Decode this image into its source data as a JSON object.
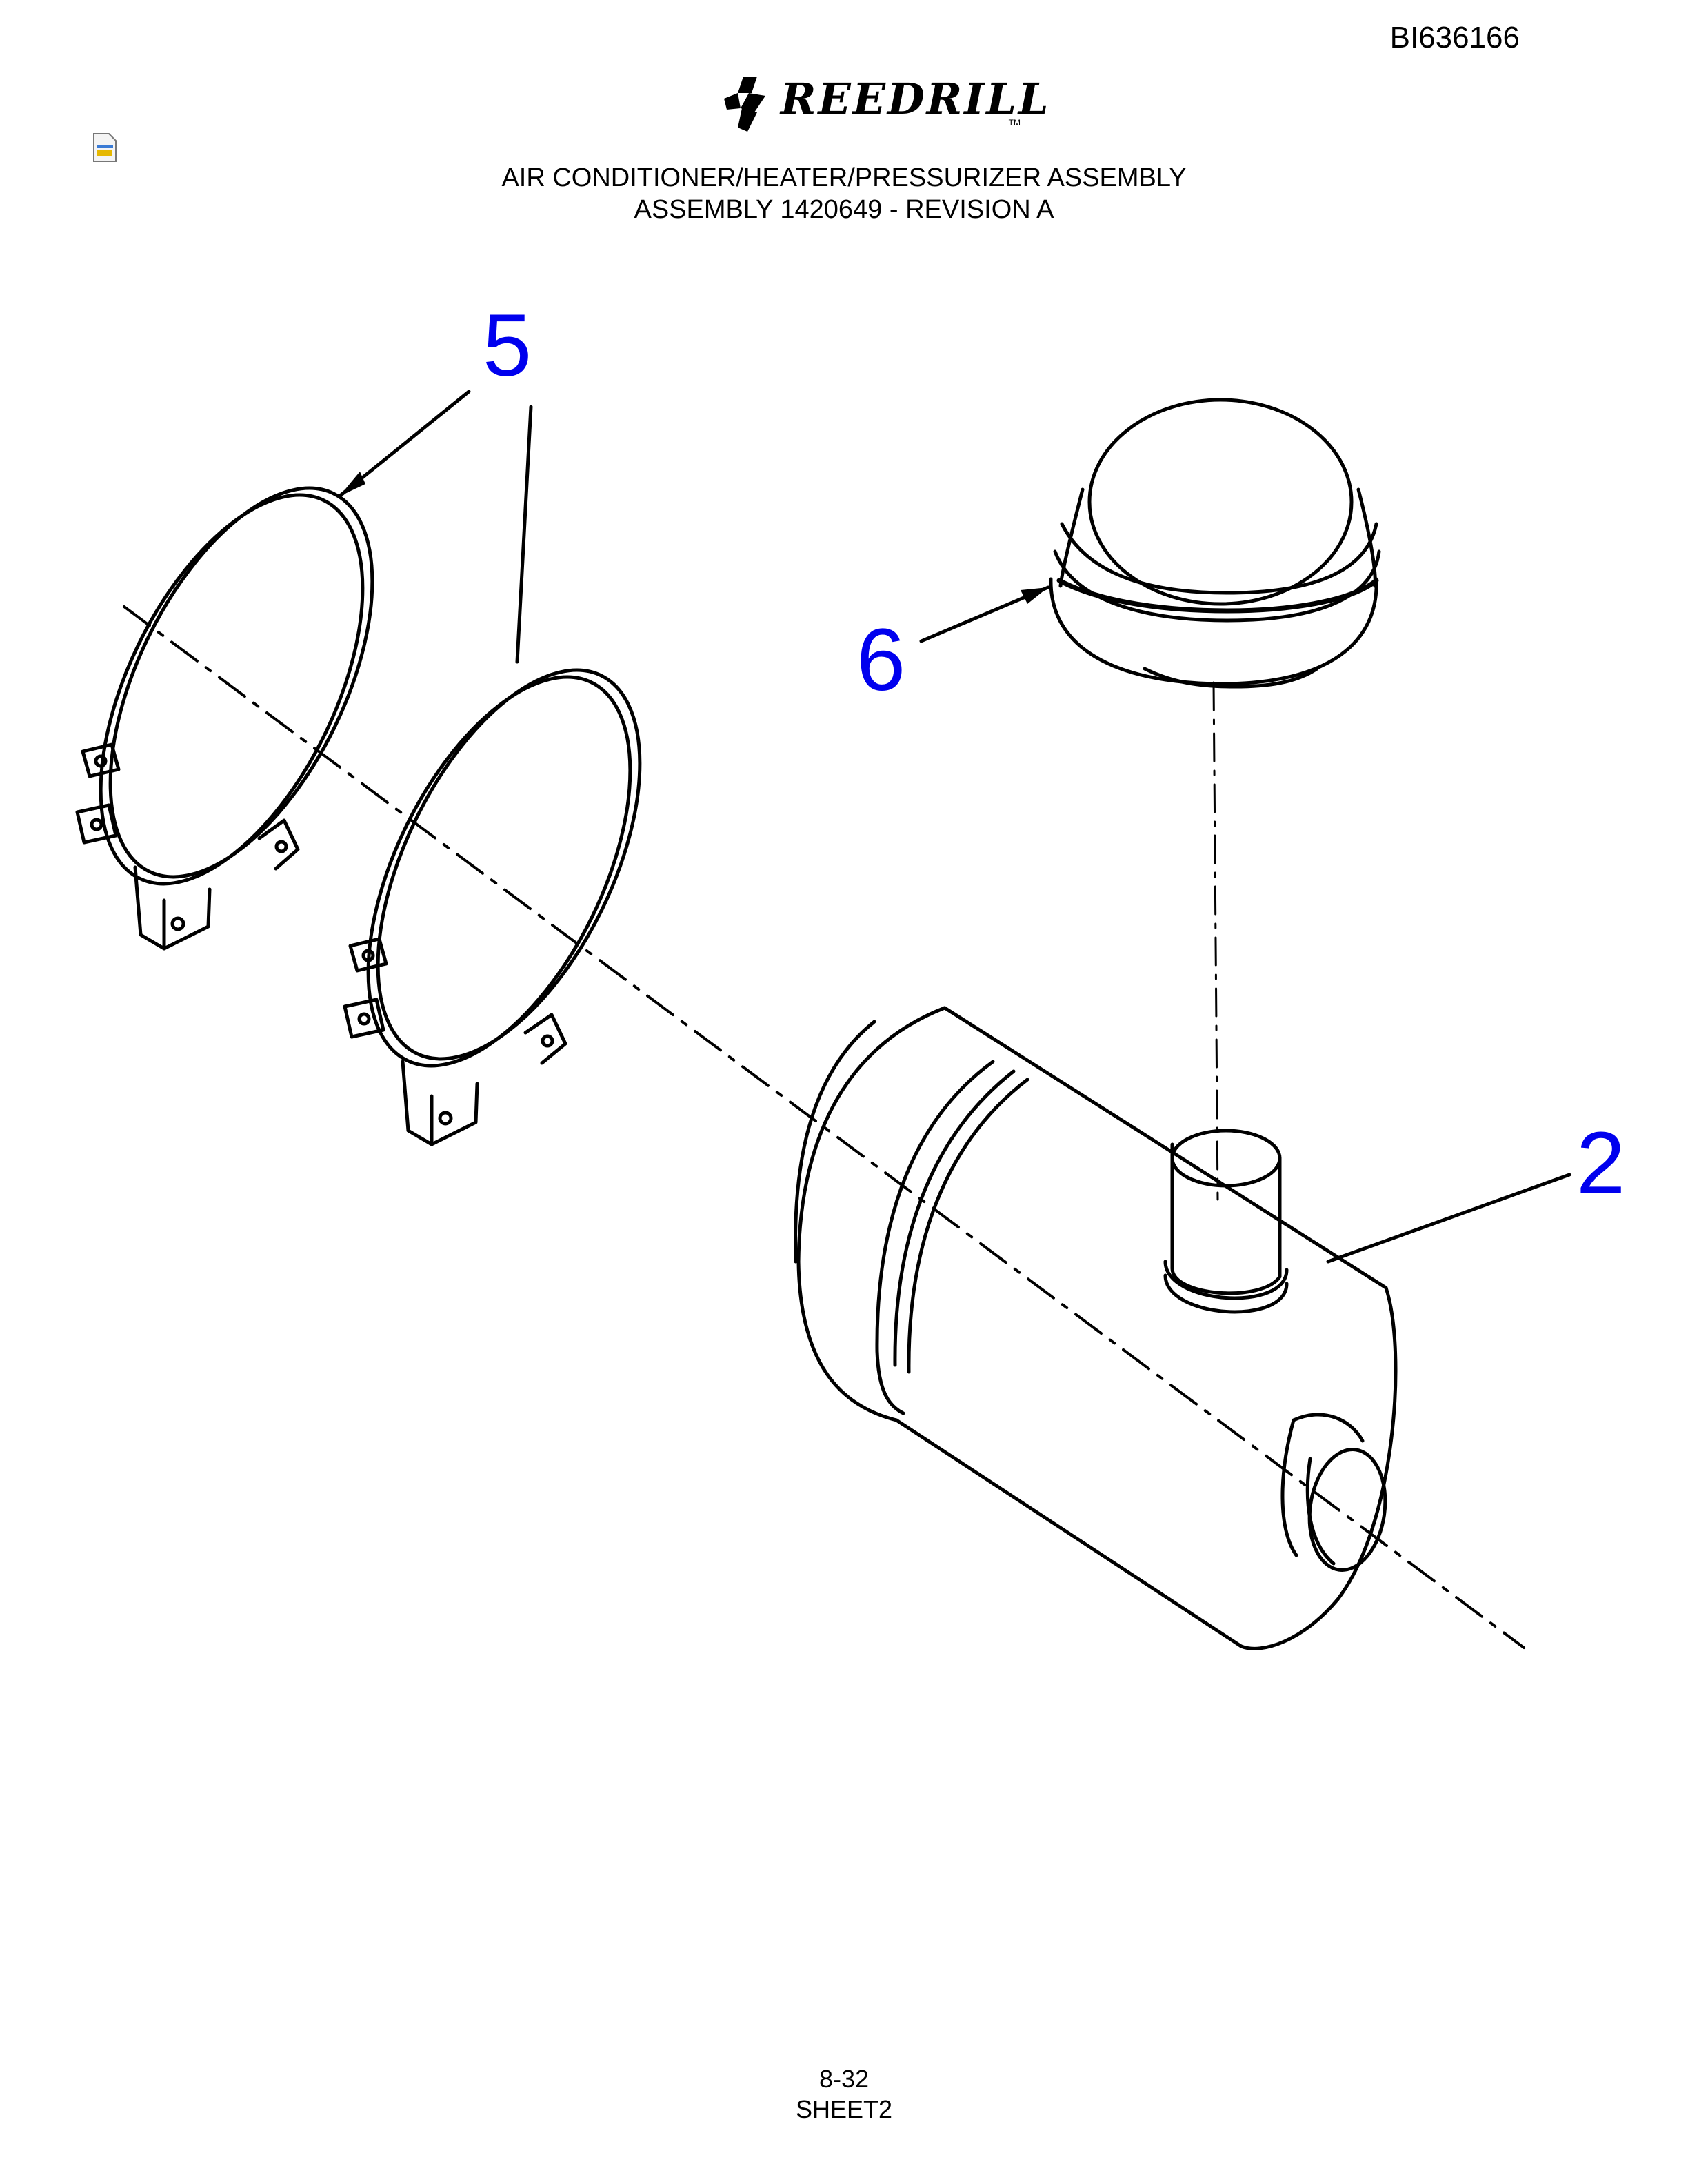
{
  "document_id": "BI636166",
  "logo": {
    "text": "REEDRILL",
    "trademark": "TM"
  },
  "title": {
    "line1": "AIR CONDITIONER/HEATER/PRESSURIZER ASSEMBLY",
    "line2": "ASSEMBLY 1420649 - REVISION A"
  },
  "callouts": [
    "5",
    "6",
    "2"
  ],
  "callout_color": "#0000ee",
  "footer": {
    "page": "8-32",
    "sheet": "SHEET2"
  }
}
